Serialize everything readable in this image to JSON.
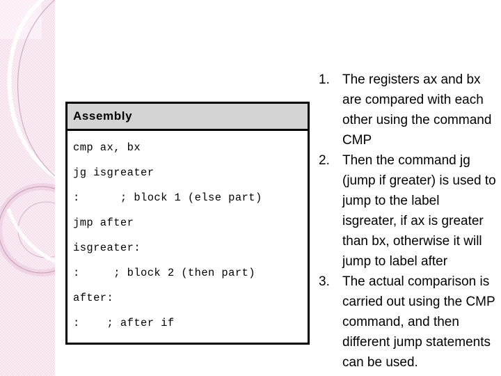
{
  "slide": {
    "background_color": "#ffffff",
    "decor": {
      "band_color": "#f6dfec",
      "band_highlight_color": "#fbeef5",
      "arc_light_color": "#ffffff",
      "arc_dark_color": "#c8a3b8"
    }
  },
  "code_table": {
    "header": "Assembly",
    "header_bg": "#d4d4d4",
    "border_color": "#000000",
    "lines": [
      "cmp ax, bx",
      "jg isgreater",
      ":      ; block 1 (else part)",
      "jmp after",
      "isgreater:",
      ":     ; block 2 (then part)",
      "after:",
      ":    ; after if"
    ]
  },
  "notes": {
    "items": [
      {
        "number": "1.",
        "text": "The registers ax and bx are compared with each other using the command CMP"
      },
      {
        "number": "2.",
        "text": "Then the command jg (jump if greater) is used to jump to the label isgreater, if ax is greater than bx, otherwise it will jump to label after"
      },
      {
        "number": "3.",
        "text": "The actual comparison is carried out using the CMP command, and then different jump statements can be used."
      }
    ]
  }
}
